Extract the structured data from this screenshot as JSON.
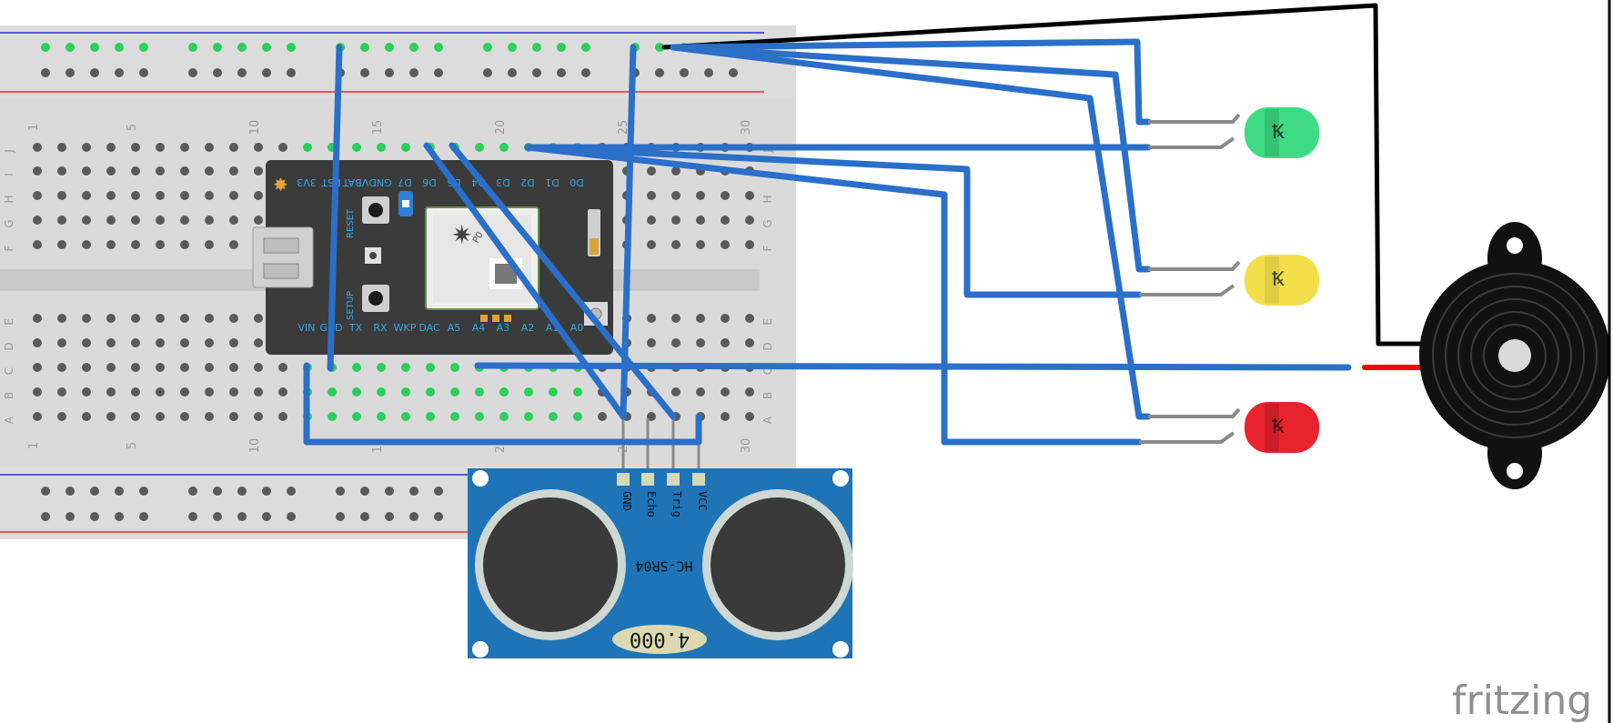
{
  "breadboard": {
    "column_numbers": [
      "1",
      "5",
      "10",
      "15",
      "20",
      "25",
      "30"
    ],
    "row_letters_top": [
      "J",
      "I",
      "H",
      "G",
      "F"
    ],
    "row_letters_bottom": [
      "E",
      "D",
      "C",
      "B",
      "A"
    ]
  },
  "photon": {
    "top_pins": [
      "3V3",
      "RST",
      "VBAT",
      "GND",
      "D7",
      "D6",
      "D5",
      "D4",
      "D3",
      "D2",
      "D1",
      "D0"
    ],
    "bottom_pins": [
      "VIN",
      "GND",
      "TX",
      "RX",
      "WKP",
      "DAC",
      "A5",
      "A4",
      "A3",
      "A2",
      "A1",
      "A0"
    ],
    "reset_label": "RESET",
    "setup_label": "SETUP",
    "module_label": "P0"
  },
  "sensor": {
    "model": "HC-SR04",
    "crystal": "4.000",
    "pins": [
      "GND",
      "Echo",
      "Trig",
      "VCC"
    ]
  },
  "leds": [
    {
      "color": "#3ddc84"
    },
    {
      "color": "#f3df4a"
    },
    {
      "color": "#e8232e"
    }
  ],
  "colors": {
    "wire": "#2a6fc9",
    "ground_wire": "#000000",
    "buzzer_lead": "#ff0000",
    "breadboard": "#dcdcdc",
    "photon_board": "#3b3b3b",
    "sensor_board": "#1f74b8",
    "pin_labels": "#35a7e6"
  },
  "watermark": "fritzing"
}
